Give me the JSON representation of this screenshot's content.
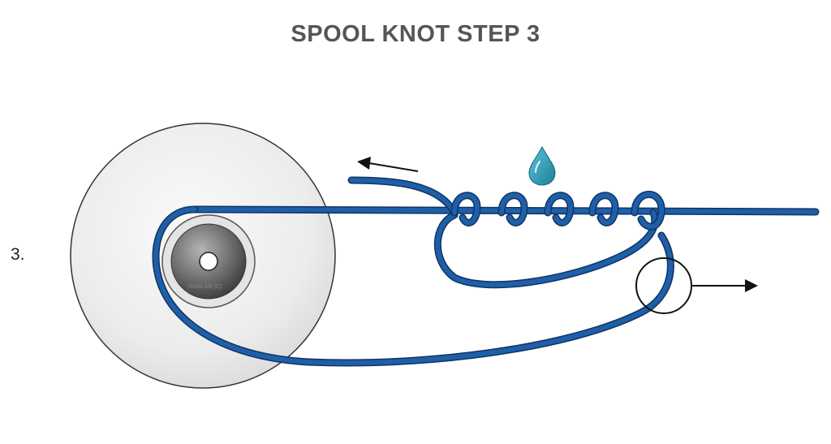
{
  "diagram": {
    "title": "SPOOL KNOT STEP 3",
    "step_label": "3.",
    "watermark_text": "ANALAB (C)"
  },
  "colors": {
    "line": "#1f5fa8",
    "line_outline": "#0f3466",
    "title": "#555555",
    "spool_face": "#ededed",
    "hub": "#6a6a6a",
    "drop": "#2a9bb5"
  },
  "icons": {
    "drop": "water-drop-icon",
    "arrow_left": "arrow-left-icon",
    "arrow_right": "arrow-right-icon"
  }
}
